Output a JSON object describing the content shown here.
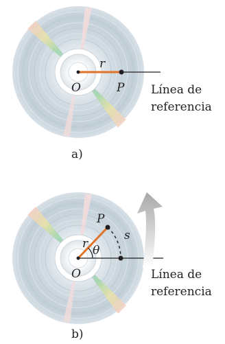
{
  "panel_a": {
    "center_label": "O",
    "point_label": "P",
    "radius_label": "r",
    "reference_line_label_1": "Línea de",
    "reference_line_label_2": "referencia",
    "caption": "a)"
  },
  "panel_b": {
    "center_label": "O",
    "point_label": "P",
    "radius_label": "r",
    "angle_label": "θ",
    "arc_label": "s",
    "reference_line_label_1": "Línea de",
    "reference_line_label_2": "referencia",
    "caption": "b)"
  },
  "colors": {
    "radius_line": "#e07328",
    "reference_line": "#231f20",
    "disc_base": "#c6d3dc",
    "arrow": "#bdbdbd"
  }
}
